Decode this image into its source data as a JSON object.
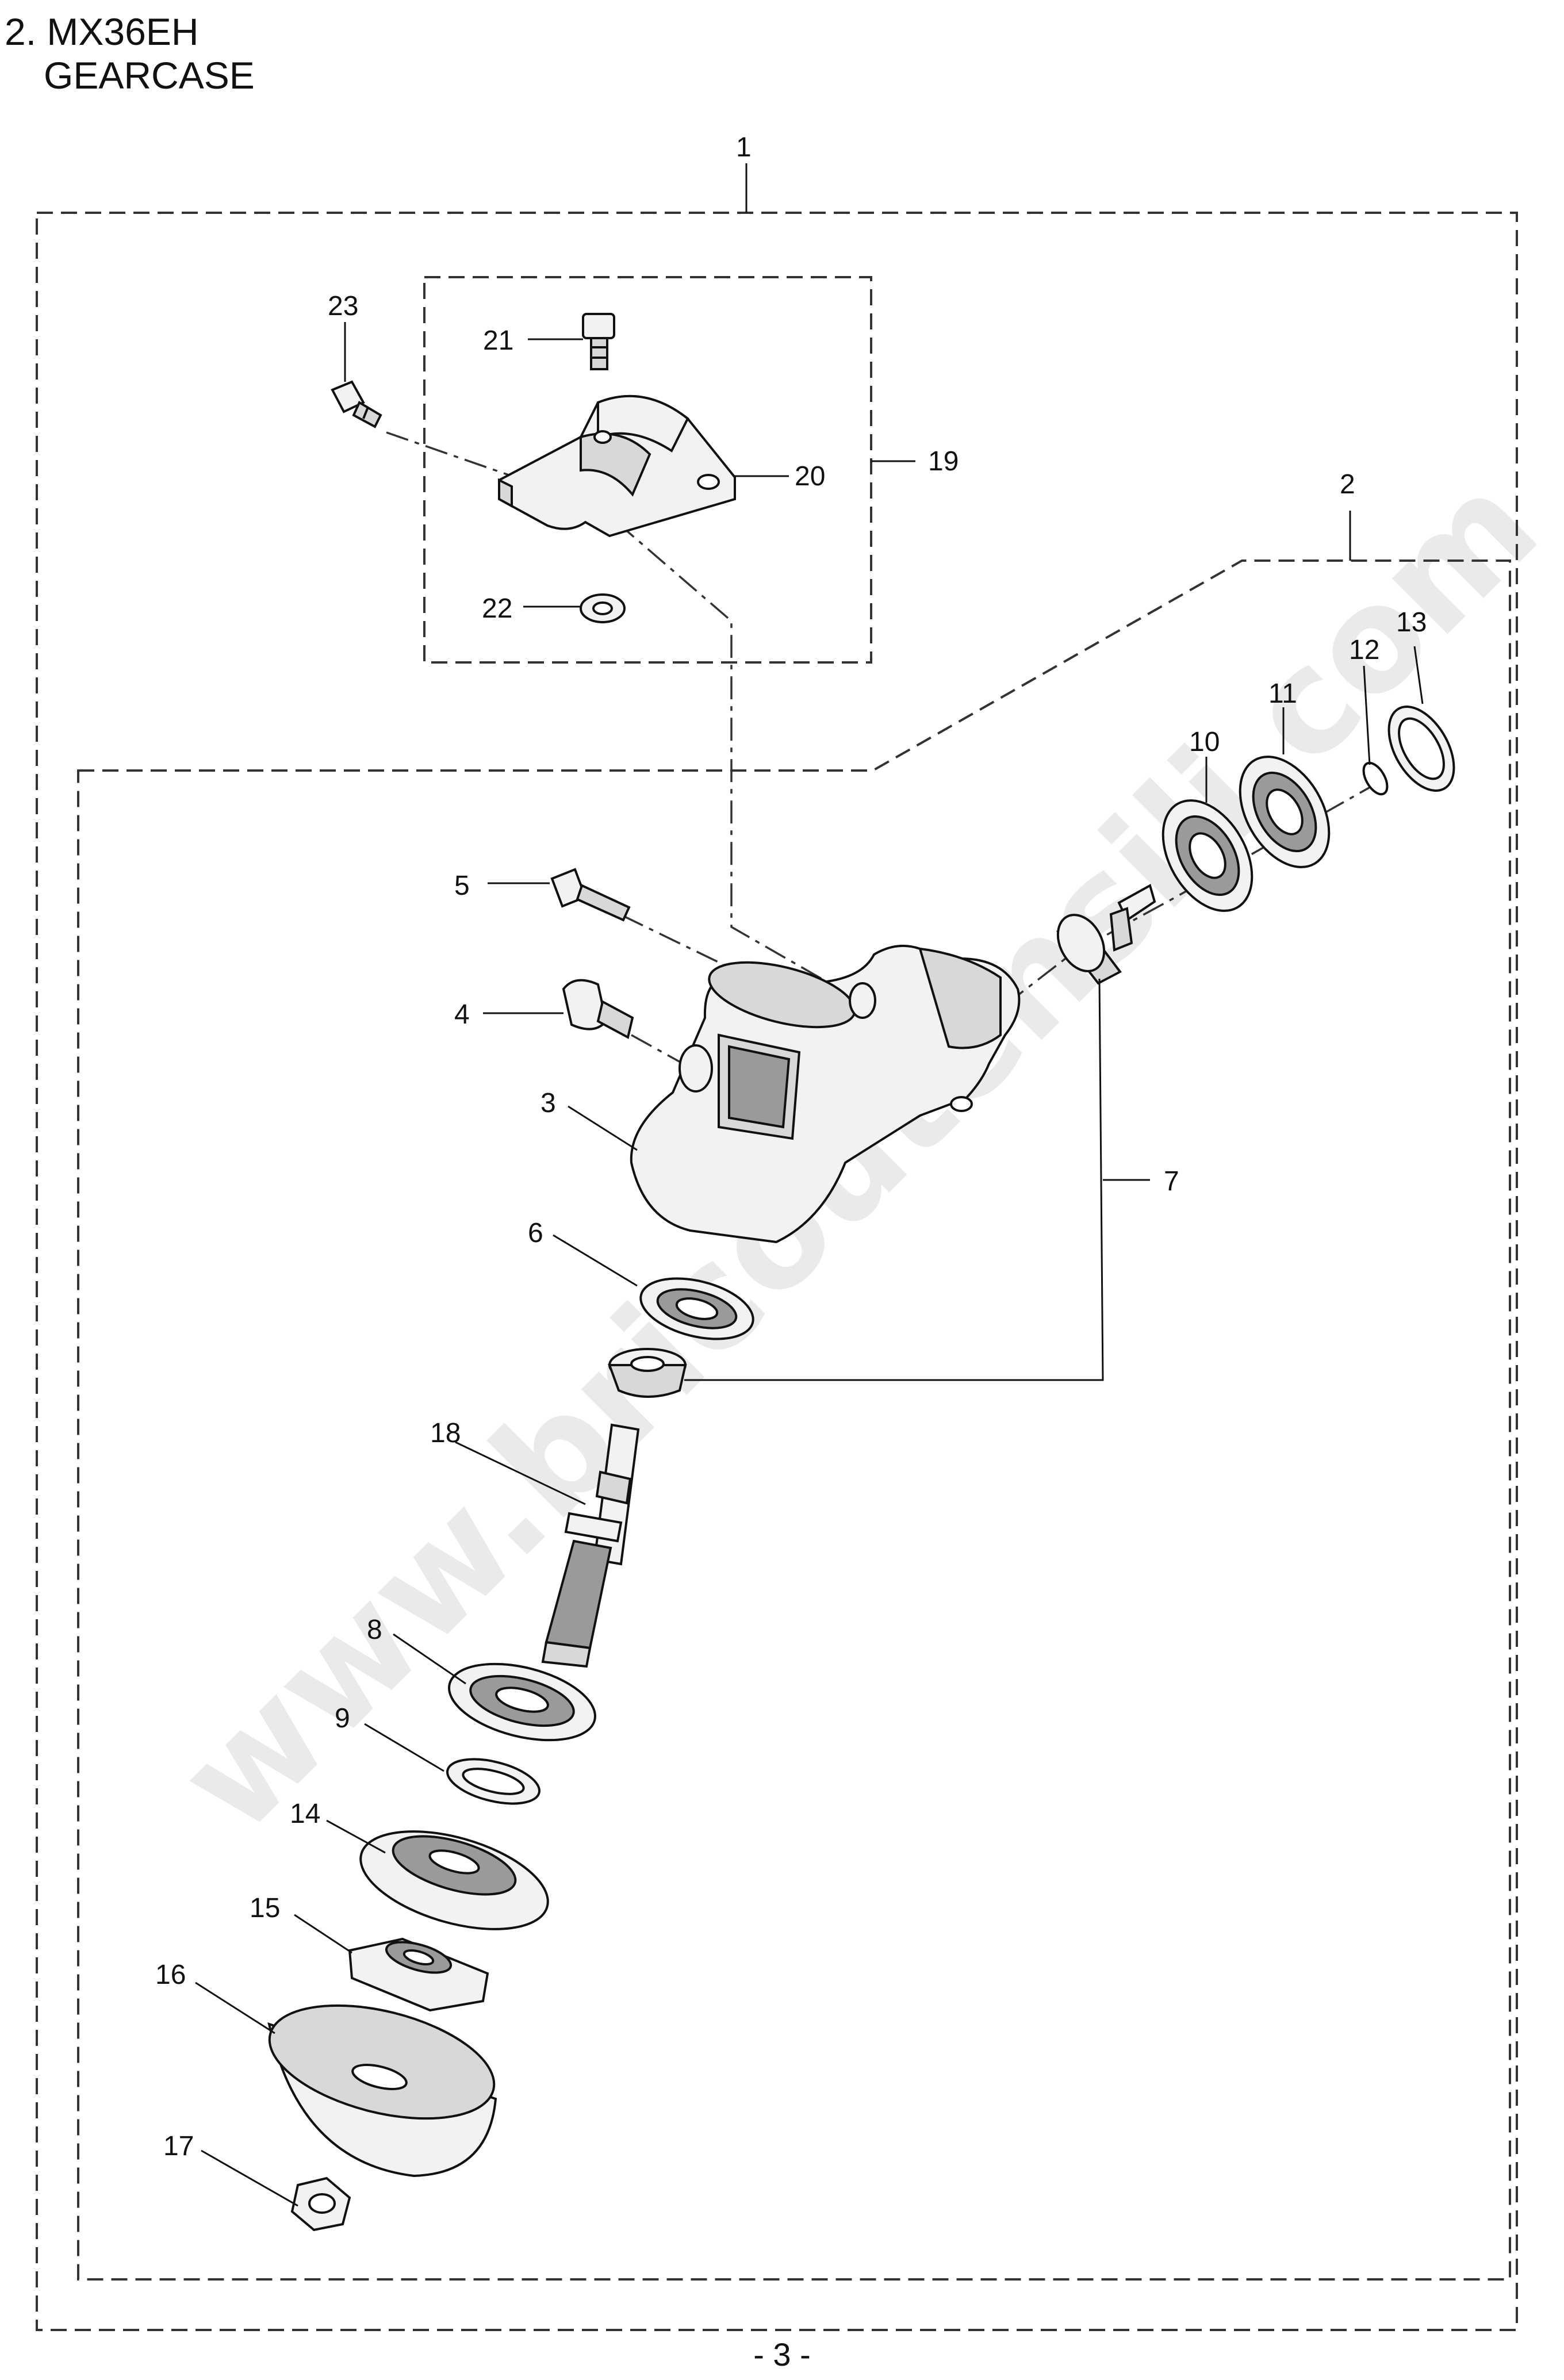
{
  "header": {
    "line1": "2. MX36EH",
    "line2": "GEARCASE"
  },
  "watermark": "www.bricoutensili.com",
  "page_number": "- 3 -",
  "callouts": [
    "1",
    "2",
    "3",
    "4",
    "5",
    "6",
    "7",
    "8",
    "9",
    "10",
    "11",
    "12",
    "13",
    "14",
    "15",
    "16",
    "17",
    "18",
    "19",
    "20",
    "21",
    "22",
    "23"
  ]
}
